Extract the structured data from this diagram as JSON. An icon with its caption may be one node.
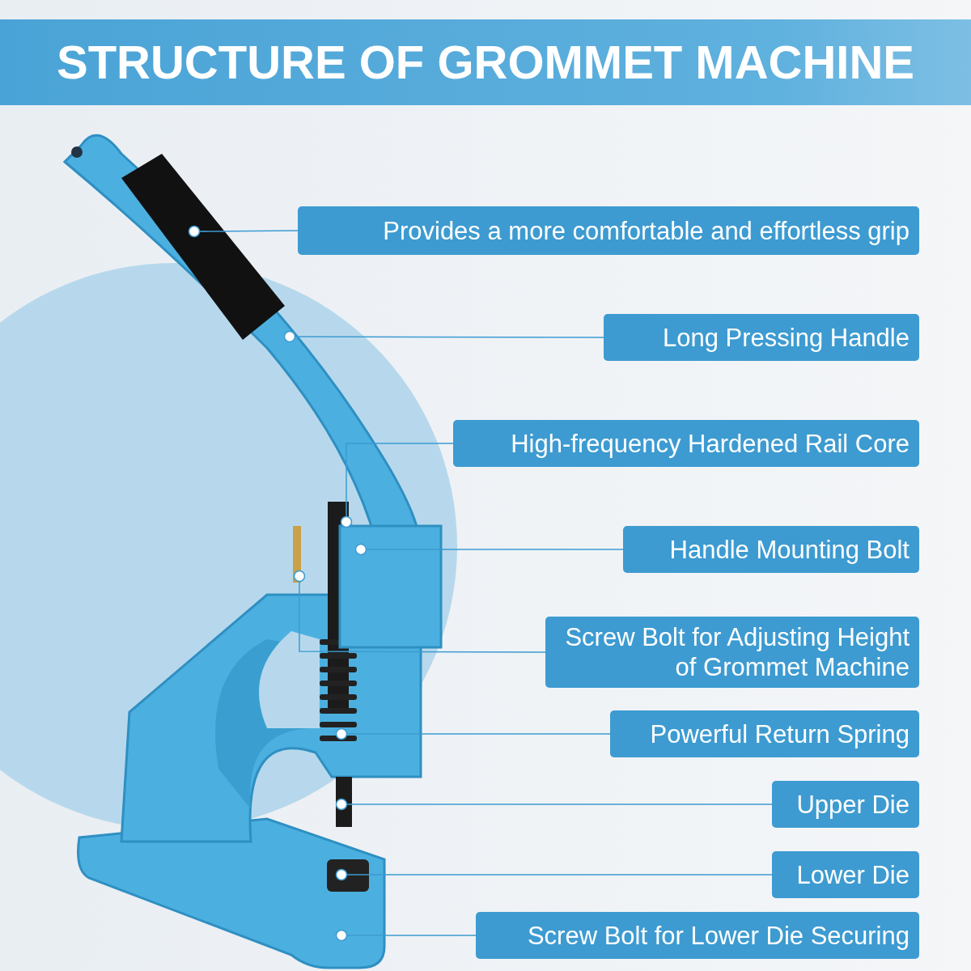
{
  "diagram": {
    "title": "STRUCTURE OF GROMMET MACHINE",
    "nodes": [
      {
        "text": [
          "Provides a more comfortable and effortless grip"
        ]
      },
      {
        "text": [
          "Long Pressing Handle"
        ]
      },
      {
        "text": [
          "High-frequency Hardened Rail Core"
        ]
      },
      {
        "text": [
          "Handle Mounting Bolt"
        ]
      },
      {
        "text": [
          "Screw Bolt for Adjusting Height of Grommet Machine"
        ]
      },
      {
        "text": [
          "Powerful Return Spring"
        ]
      },
      {
        "text": [
          "Upper Die"
        ]
      },
      {
        "text": [
          "Lower Die"
        ]
      },
      {
        "text": [
          "Screw Bolt for Lower Die Securing"
        ]
      }
    ],
    "edges": [
      {
        "from": 0,
        "to": null,
        "arrow": "other"
      },
      {
        "from": 1,
        "to": null,
        "arrow": "other"
      },
      {
        "from": 2,
        "to": null,
        "arrow": "other"
      },
      {
        "from": 3,
        "to": null,
        "arrow": "other"
      },
      {
        "from": 4,
        "to": null,
        "arrow": "other"
      },
      {
        "from": 5,
        "to": null,
        "arrow": "other"
      },
      {
        "from": 6,
        "to": null,
        "arrow": "other"
      },
      {
        "from": 7,
        "to": null,
        "arrow": "other"
      },
      {
        "from": 8,
        "to": null,
        "arrow": "other"
      }
    ]
  }
}
